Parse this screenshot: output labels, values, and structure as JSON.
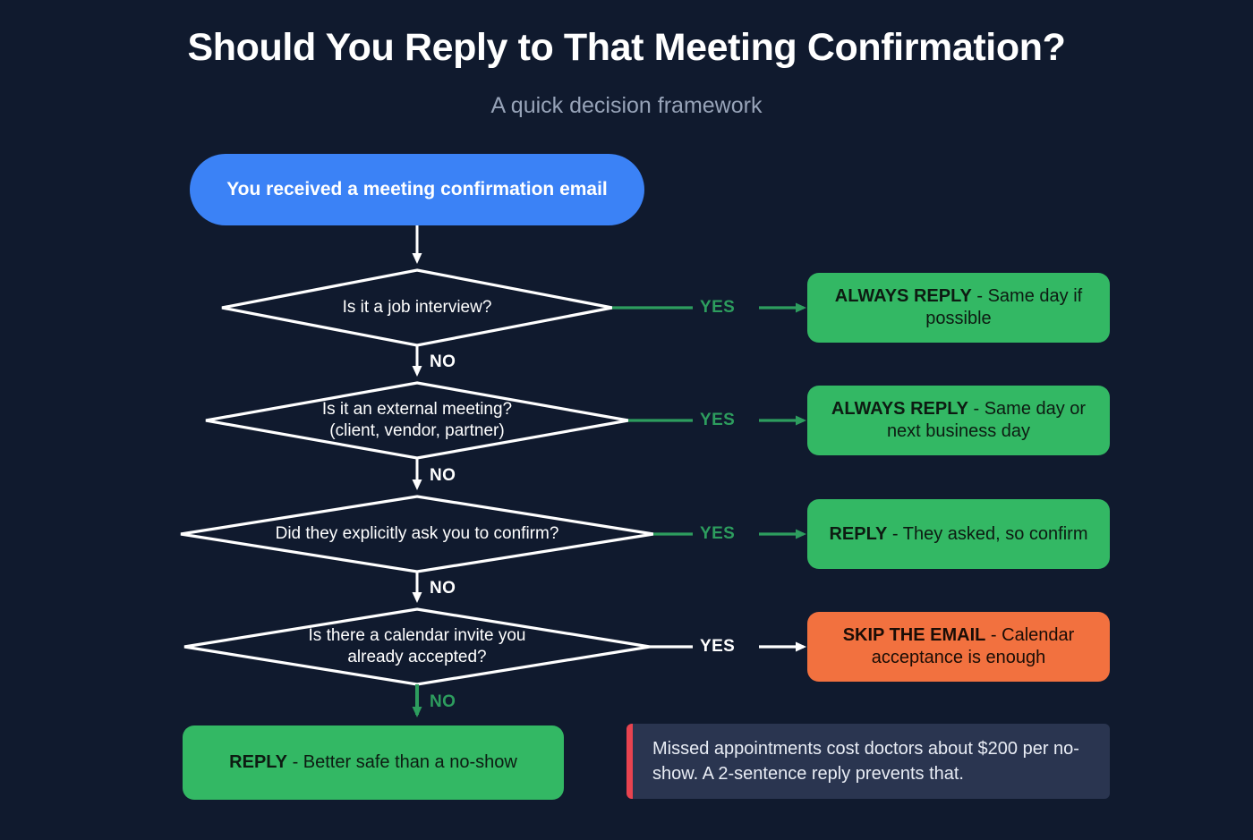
{
  "header": {
    "title": "Should You Reply to That Meeting Confirmation?",
    "subtitle": "A quick decision framework"
  },
  "colors": {
    "background": "#101a2e",
    "start_blue": "#3b82f6",
    "result_green": "#33b864",
    "result_orange": "#f2713f",
    "yes_green": "#2d9d5e",
    "edge_white": "#ffffff",
    "callout_bg": "#2a3550",
    "callout_accent": "#e8434f"
  },
  "flow": {
    "start": {
      "label": "You received a meeting\nconfirmation email",
      "shape": "rounded-pill"
    },
    "decisions": [
      {
        "id": "job-interview",
        "question": "Is it a job interview?",
        "yes_label": "YES",
        "no_label": "NO",
        "yes_edge_color": "green",
        "no_edge_color": "white"
      },
      {
        "id": "external-meeting",
        "question": "Is it an external meeting?\n(client, vendor, partner)",
        "yes_label": "YES",
        "no_label": "NO",
        "yes_edge_color": "green",
        "no_edge_color": "white"
      },
      {
        "id": "explicit-ask",
        "question": "Did they explicitly ask you to confirm?",
        "yes_label": "YES",
        "no_label": "NO",
        "yes_edge_color": "green",
        "no_edge_color": "white"
      },
      {
        "id": "calendar-invite",
        "question": "Is there a calendar invite you\nalready accepted?",
        "yes_label": "YES",
        "no_label": "NO",
        "yes_edge_color": "white",
        "no_edge_color": "green"
      }
    ],
    "outcomes": [
      {
        "id": "always-reply-same-day",
        "lead": "ALWAYS REPLY",
        "rest": " - Same day if possible",
        "color": "green"
      },
      {
        "id": "always-reply-next-business-day",
        "lead": "ALWAYS REPLY",
        "rest": " - Same day or next business day",
        "color": "green"
      },
      {
        "id": "reply-they-asked",
        "lead": "REPLY",
        "rest": " - They asked, so confirm",
        "color": "green"
      },
      {
        "id": "skip-the-email",
        "lead": "SKIP THE EMAIL",
        "rest": " - Calendar acceptance is enough",
        "color": "orange"
      },
      {
        "id": "reply-better-safe",
        "lead": "REPLY",
        "rest": " - Better safe than a no-show",
        "color": "green"
      }
    ]
  },
  "callout": {
    "text": "Missed appointments cost doctors about $200 per no-show. A 2-sentence reply prevents that."
  }
}
